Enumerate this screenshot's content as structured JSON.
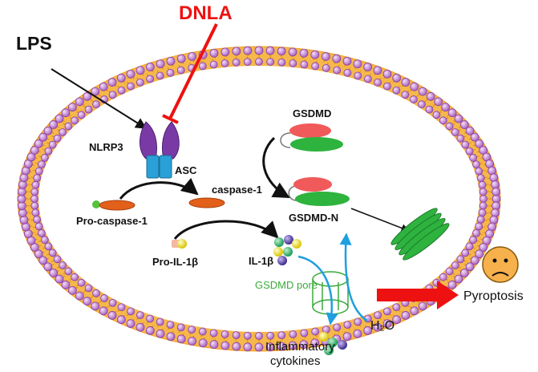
{
  "labels": {
    "dnla": "DNLA",
    "lps": "LPS",
    "nlrp3": "NLRP3",
    "asc": "ASC",
    "caspase1": "caspase-1",
    "pro_caspase1": "Pro-caspase-1",
    "gsdmd": "GSDMD",
    "gsdmd_n": "GSDMD-N",
    "pro_il1b": "Pro-IL-1β",
    "il1b": "IL-1β",
    "gsdmd_pore": "GSDMD pore",
    "pyroptosis": "Pyroptosis",
    "h2o": "H₂O",
    "inflammatory_line1": "Inflammatory",
    "inflammatory_line2": "cytokines"
  },
  "colors": {
    "inhibitor": "#ee1111",
    "membrane_head": "#c58ad6",
    "membrane_tail": "#f7a21a",
    "nlrp3": "#7a3aa6",
    "asc": "#2aa0d6",
    "caspase": "#e2601a",
    "gsdmd_top": "#f05a5a",
    "gsdmd_bottom": "#2eb33e",
    "water_arrow": "#1e9fe0",
    "pore": "#3aaa3a",
    "pyroptosis_arrow": "#ee1111",
    "face": "#f6b14d"
  },
  "icons": {
    "face": "sad-face-icon"
  }
}
